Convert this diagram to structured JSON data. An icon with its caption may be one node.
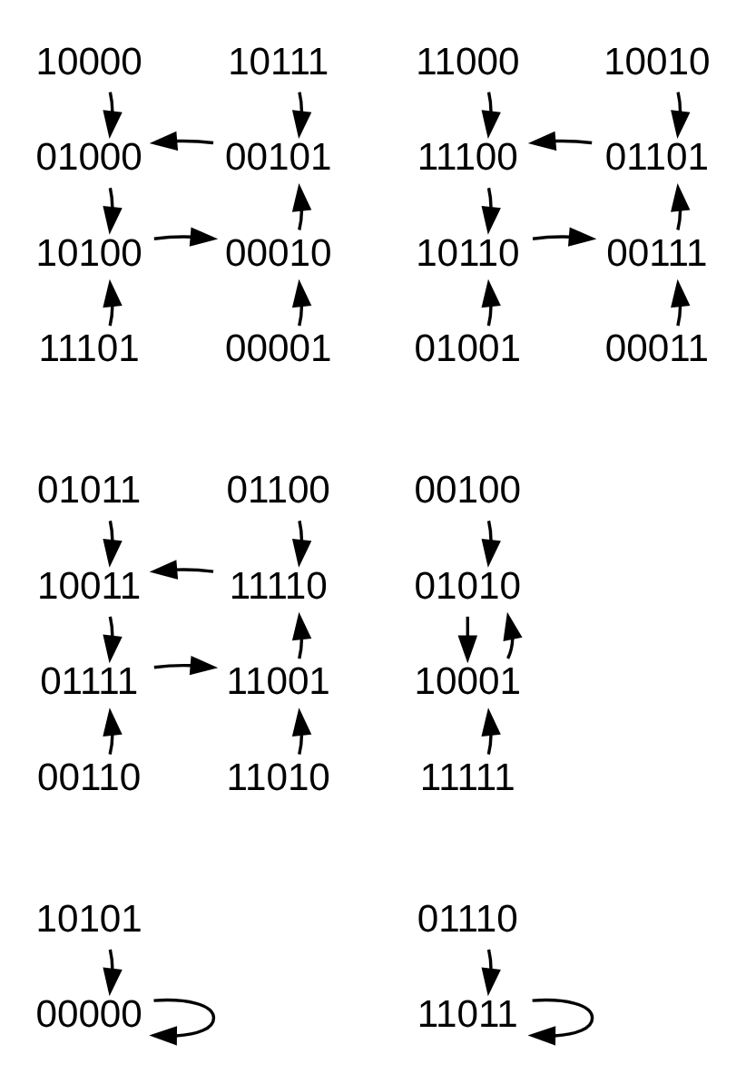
{
  "diagram": {
    "nodes": [
      {
        "text": [
          "10000"
        ]
      },
      {
        "text": [
          "10111"
        ]
      },
      {
        "text": [
          "11000"
        ]
      },
      {
        "text": [
          "10010"
        ]
      },
      {
        "text": [
          "01000"
        ]
      },
      {
        "text": [
          "00101"
        ]
      },
      {
        "text": [
          "11100"
        ]
      },
      {
        "text": [
          "01101"
        ]
      },
      {
        "text": [
          "10100"
        ]
      },
      {
        "text": [
          "00010"
        ]
      },
      {
        "text": [
          "10110"
        ]
      },
      {
        "text": [
          "00111"
        ]
      },
      {
        "text": [
          "11101"
        ]
      },
      {
        "text": [
          "00001"
        ]
      },
      {
        "text": [
          "01001"
        ]
      },
      {
        "text": [
          "00011"
        ]
      },
      {
        "text": [
          "01011"
        ]
      },
      {
        "text": [
          "01100"
        ]
      },
      {
        "text": [
          "00100"
        ]
      },
      {
        "text": [
          "10011"
        ]
      },
      {
        "text": [
          "11110"
        ]
      },
      {
        "text": [
          "01010"
        ]
      },
      {
        "text": [
          "01111"
        ]
      },
      {
        "text": [
          "11001"
        ]
      },
      {
        "text": [
          "10001"
        ]
      },
      {
        "text": [
          "00110"
        ]
      },
      {
        "text": [
          "11010"
        ]
      },
      {
        "text": [
          "11111"
        ]
      },
      {
        "text": [
          "10101"
        ]
      },
      {
        "text": [
          "01110"
        ]
      },
      {
        "text": [
          "00000"
        ]
      },
      {
        "text": [
          "11011"
        ]
      }
    ],
    "edges": [
      {
        "from": 0,
        "to": 4,
        "arrow": "to"
      },
      {
        "from": 4,
        "to": 8,
        "arrow": "to"
      },
      {
        "from": 5,
        "to": 4,
        "arrow": "to"
      },
      {
        "from": 1,
        "to": 5,
        "arrow": "to"
      },
      {
        "from": 8,
        "to": 9,
        "arrow": "to"
      },
      {
        "from": 9,
        "to": 5,
        "arrow": "to"
      },
      {
        "from": 12,
        "to": 8,
        "arrow": "to"
      },
      {
        "from": 13,
        "to": 9,
        "arrow": "to"
      },
      {
        "from": 2,
        "to": 6,
        "arrow": "to"
      },
      {
        "from": 6,
        "to": 10,
        "arrow": "to"
      },
      {
        "from": 7,
        "to": 6,
        "arrow": "to"
      },
      {
        "from": 3,
        "to": 7,
        "arrow": "to"
      },
      {
        "from": 10,
        "to": 11,
        "arrow": "to"
      },
      {
        "from": 11,
        "to": 7,
        "arrow": "to"
      },
      {
        "from": 14,
        "to": 10,
        "arrow": "to"
      },
      {
        "from": 15,
        "to": 11,
        "arrow": "to"
      },
      {
        "from": 16,
        "to": 19,
        "arrow": "to"
      },
      {
        "from": 19,
        "to": 22,
        "arrow": "to"
      },
      {
        "from": 20,
        "to": 19,
        "arrow": "to"
      },
      {
        "from": 17,
        "to": 20,
        "arrow": "to"
      },
      {
        "from": 22,
        "to": 23,
        "arrow": "to"
      },
      {
        "from": 23,
        "to": 20,
        "arrow": "to"
      },
      {
        "from": 25,
        "to": 22,
        "arrow": "to"
      },
      {
        "from": 26,
        "to": 23,
        "arrow": "to"
      },
      {
        "from": 18,
        "to": 21,
        "arrow": "to"
      },
      {
        "from": 21,
        "to": 24,
        "arrow": "to"
      },
      {
        "from": 24,
        "to": 21,
        "arrow": "to"
      },
      {
        "from": 27,
        "to": 24,
        "arrow": "to"
      },
      {
        "from": 28,
        "to": 30,
        "arrow": "to"
      },
      {
        "from": 30,
        "to": 30,
        "arrow": "to"
      },
      {
        "from": 29,
        "to": 31,
        "arrow": "to"
      },
      {
        "from": 31,
        "to": 31,
        "arrow": "to"
      }
    ]
  }
}
